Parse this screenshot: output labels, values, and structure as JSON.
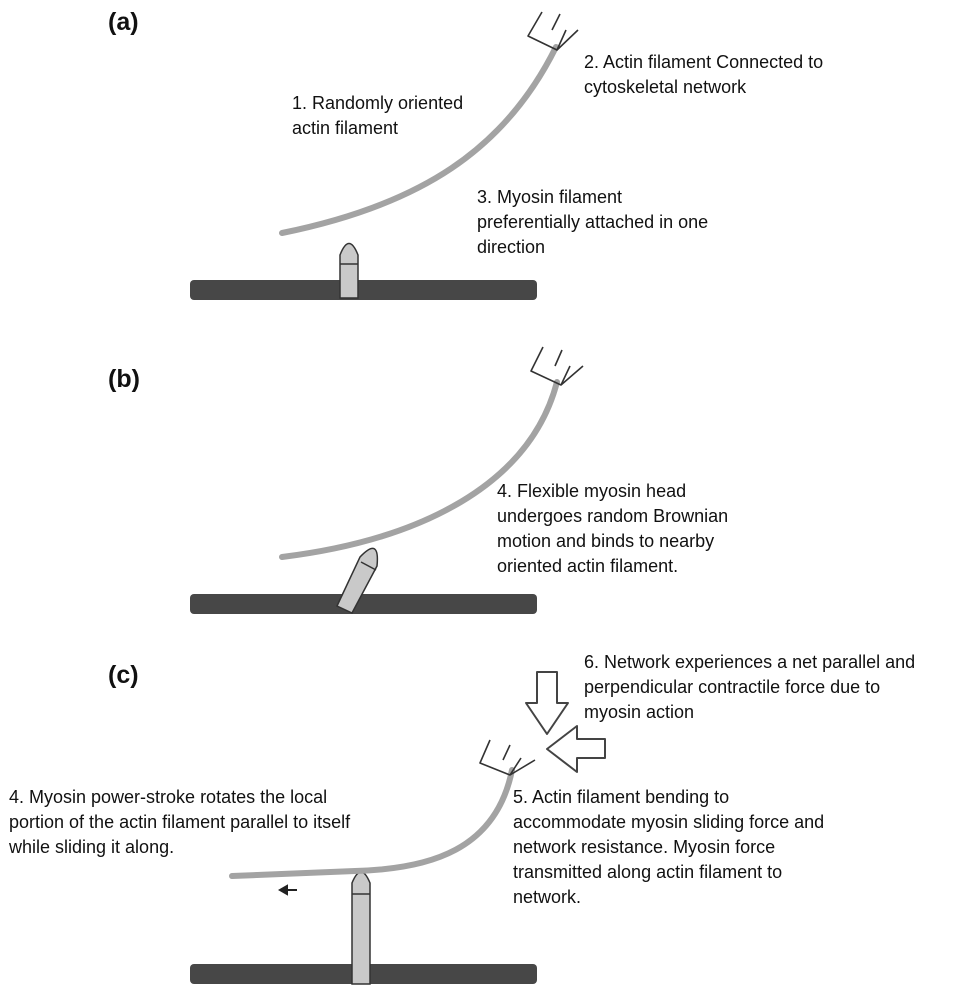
{
  "panels": {
    "a": {
      "label": "(a)",
      "note1": [
        "1. Randomly oriented",
        "actin filament"
      ],
      "note2": [
        "2. Actin filament Connected to",
        "cytoskeletal network"
      ],
      "note3": [
        "3. Myosin filament",
        "preferentially attached in one",
        "direction"
      ]
    },
    "b": {
      "label": "(b)",
      "note4": [
        "4. Flexible myosin head",
        "undergoes random Brownian",
        "motion and binds to nearby",
        "oriented actin filament."
      ]
    },
    "c": {
      "label": "(c)",
      "note6": [
        "6. Network experiences a net parallel and",
        "perpendicular contractile force due to",
        "myosin action"
      ],
      "note4": [
        "4. Myosin power-stroke rotates the local",
        "portion of the actin filament parallel to itself",
        "while sliding it along."
      ],
      "note5": [
        "5. Actin filament bending to",
        "accommodate myosin sliding force and",
        "network resistance. Myosin force",
        "transmitted along actin filament to",
        "network."
      ]
    }
  },
  "colors": {
    "base": "#474747",
    "actin": "#a3a3a3",
    "myosin": "#c9c9c9",
    "outline": "#333333",
    "text": "#111111"
  }
}
